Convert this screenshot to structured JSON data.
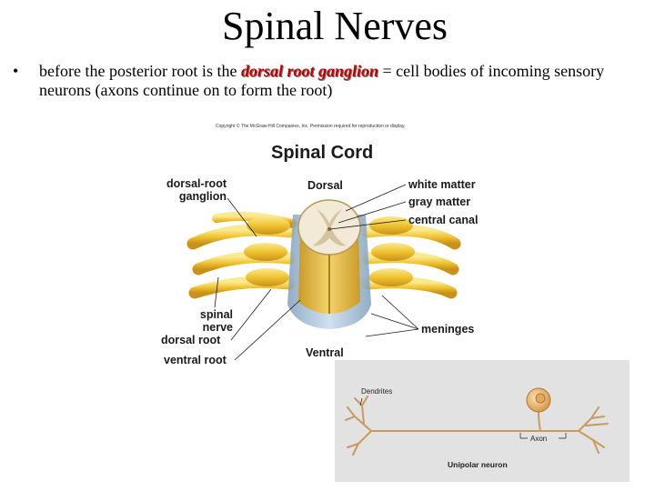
{
  "slide": {
    "title": "Spinal Nerves",
    "bullet_symbol": "•",
    "text_before": "before the posterior root is the ",
    "highlight": "dorsal root ganglion",
    "text_after": " = cell bodies of incoming sensory neurons (axons continue on to form the root)"
  },
  "figure1": {
    "copyright": "Copyright © The McGraw-Hill Companies, Inc. Permission required for reproduction or display.",
    "title": "Spinal Cord",
    "label_dorsal": "Dorsal",
    "label_ventral": "Ventral",
    "label_drg_1": "dorsal-root",
    "label_drg_2": "ganglion",
    "label_white_matter": "white matter",
    "label_gray_matter": "gray matter",
    "label_central_canal": "central canal",
    "label_spinal_nerve_1": "spinal",
    "label_spinal_nerve_2": "nerve",
    "label_dorsal_root": "dorsal root",
    "label_ventral_root": "ventral root",
    "label_meninges": "meninges"
  },
  "figure2": {
    "label_dendrites": "Dendrites",
    "label_axon": "Axon",
    "caption": "Unipolar neuron"
  },
  "colors": {
    "nerve": "#e8b520",
    "nerve_light": "#f6dc6a",
    "meninges": "#a9c4dc",
    "cord_white": "#f2ead6",
    "gray_matter": "#d8cbb0",
    "highlight": "#c00000",
    "panel": "#e2e2e2"
  }
}
